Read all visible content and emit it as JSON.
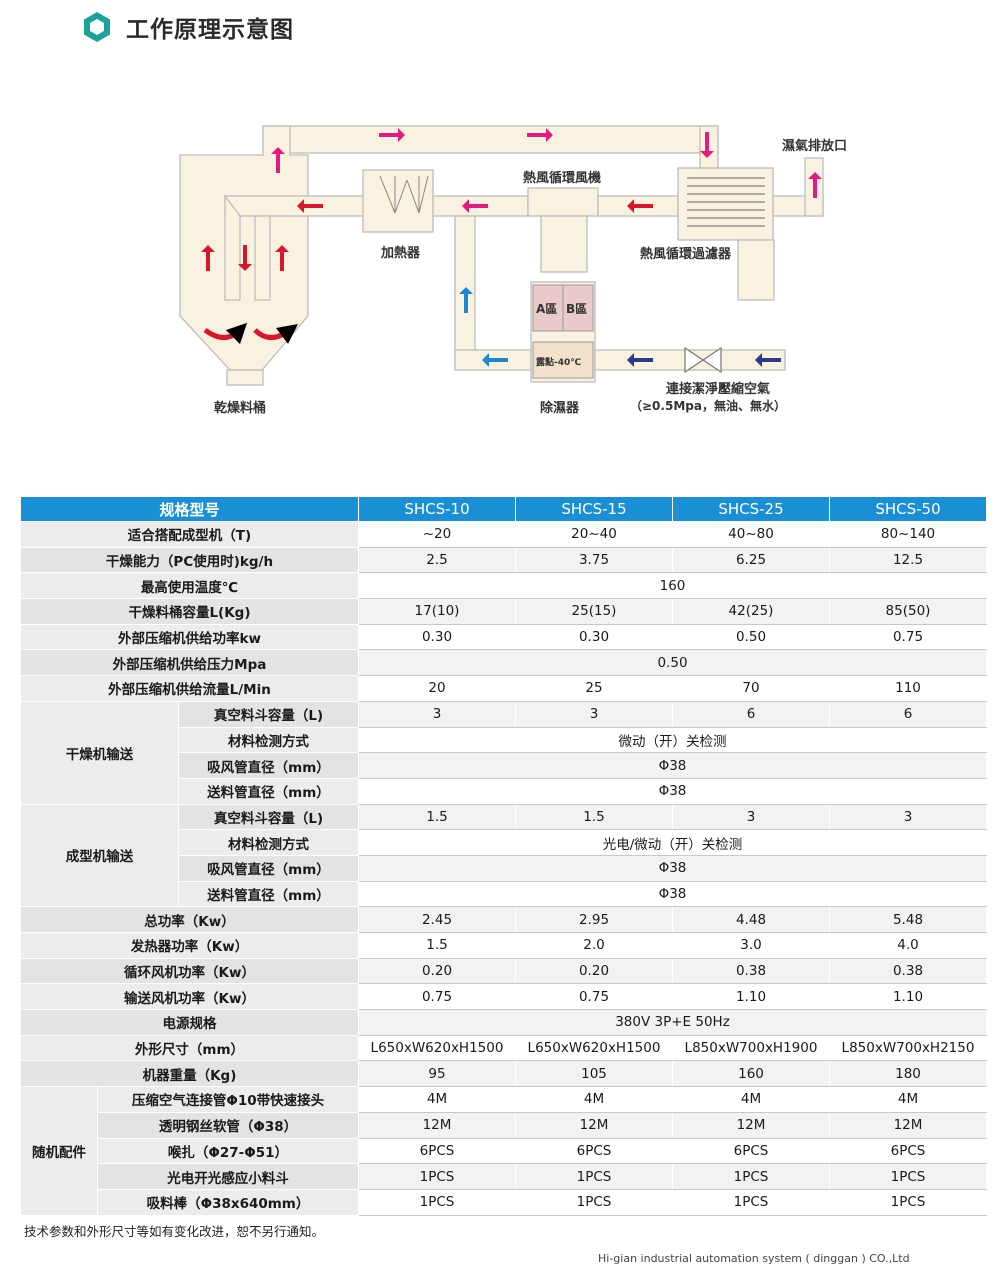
{
  "header": {
    "title": "工作原理示意图",
    "logo_icon": "hexagon-cube-icon"
  },
  "diagram": {
    "labels": {
      "vent": "濕氣排放口",
      "fan": "熱風循環風機",
      "heater": "加熱器",
      "filter": "熱風循環過濾器",
      "zone_a": "A區",
      "zone_b": "B區",
      "dewpoint": "露點-40℃",
      "dryer": "乾燥料桶",
      "dehumidifier": "除濕器",
      "air_in": "連接潔淨壓縮空氣",
      "air_spec": "（≥0.5Mpa，無油、無水）"
    },
    "colors": {
      "pipe": "#faf2e1",
      "pipe_stroke": "#bfbfbf",
      "hot": "#d7182a",
      "process": "#e5197e",
      "cold": "#1e87d3",
      "compressed": "#2a3a8c",
      "hex": "#1ba29a"
    }
  },
  "table": {
    "header": [
      "规格型号",
      "SHCS-10",
      "SHCS-15",
      "SHCS-25",
      "SHCS-50"
    ],
    "rows": [
      {
        "label": "适合搭配成型机（T)",
        "values": [
          "~20",
          "20~40",
          "40~80",
          "80~140"
        ]
      },
      {
        "label": "干燥能力（PC使用时)kg/h",
        "values": [
          "2.5",
          "3.75",
          "6.25",
          "12.5"
        ]
      },
      {
        "label": "最高使用温度℃",
        "span": "160"
      },
      {
        "label": "干燥料桶容量L(Kg)",
        "values": [
          "17(10)",
          "25(15)",
          "42(25)",
          "85(50)"
        ]
      },
      {
        "label": "外部压缩机供给功率kw",
        "values": [
          "0.30",
          "0.30",
          "0.50",
          "0.75"
        ]
      },
      {
        "label": "外部压缩机供给压力Mpa",
        "span": "0.50"
      },
      {
        "label": "外部压缩机供给流量L/Min",
        "values": [
          "20",
          "25",
          "70",
          "110"
        ]
      }
    ],
    "group1": {
      "name": "干燥机输送",
      "rows": [
        {
          "label": "真空料斗容量（L)",
          "values": [
            "3",
            "3",
            "6",
            "6"
          ]
        },
        {
          "label": "材料检测方式",
          "span": "微动（开）关检测"
        },
        {
          "label": "吸风管直径（mm）",
          "span": "Φ38"
        },
        {
          "label": "送料管直径（mm）",
          "span": "Φ38"
        }
      ]
    },
    "group2": {
      "name": "成型机输送",
      "rows": [
        {
          "label": "真空料斗容量（L)",
          "values": [
            "1.5",
            "1.5",
            "3",
            "3"
          ]
        },
        {
          "label": "材料检测方式",
          "span": "光电/微动（开）关检测"
        },
        {
          "label": "吸风管直径（mm）",
          "span": "Φ38"
        },
        {
          "label": "送料管直径（mm）",
          "span": "Φ38"
        }
      ]
    },
    "rows2": [
      {
        "label": "总功率（Kw）",
        "values": [
          "2.45",
          "2.95",
          "4.48",
          "5.48"
        ]
      },
      {
        "label": "发热器功率（Kw）",
        "values": [
          "1.5",
          "2.0",
          "3.0",
          "4.0"
        ]
      },
      {
        "label": "循环风机功率（Kw）",
        "values": [
          "0.20",
          "0.20",
          "0.38",
          "0.38"
        ]
      },
      {
        "label": "输送风机功率（Kw）",
        "values": [
          "0.75",
          "0.75",
          "1.10",
          "1.10"
        ]
      },
      {
        "label": "电源规格",
        "span": "380V 3P+E 50Hz"
      },
      {
        "label": "外形尺寸（mm）",
        "values": [
          "L650xW620xH1500",
          "L650xW620xH1500",
          "L850xW700xH1900",
          "L850xW700xH2150"
        ]
      },
      {
        "label": "机器重量（Kg)",
        "values": [
          "95",
          "105",
          "160",
          "180"
        ]
      }
    ],
    "group3": {
      "name": "随机配件",
      "rows": [
        {
          "label": "压缩空气连接管Φ10带快速接头",
          "values": [
            "4M",
            "4M",
            "4M",
            "4M"
          ]
        },
        {
          "label": "透明钢丝软管（Φ38）",
          "values": [
            "12M",
            "12M",
            "12M",
            "12M"
          ]
        },
        {
          "label": "喉扎（Φ27-Φ51）",
          "values": [
            "6PCS",
            "6PCS",
            "6PCS",
            "6PCS"
          ]
        },
        {
          "label": "光电开光感应小料斗",
          "values": [
            "1PCS",
            "1PCS",
            "1PCS",
            "1PCS"
          ]
        },
        {
          "label": "吸料棒（Φ38x640mm）",
          "values": [
            "1PCS",
            "1PCS",
            "1PCS",
            "1PCS"
          ]
        }
      ]
    }
  },
  "note": "技术参数和外形尺寸等如有变化改进，恕不另行通知。",
  "footer": "Hi-gian industrial automation system ( dinggan ) CO.,Ltd"
}
